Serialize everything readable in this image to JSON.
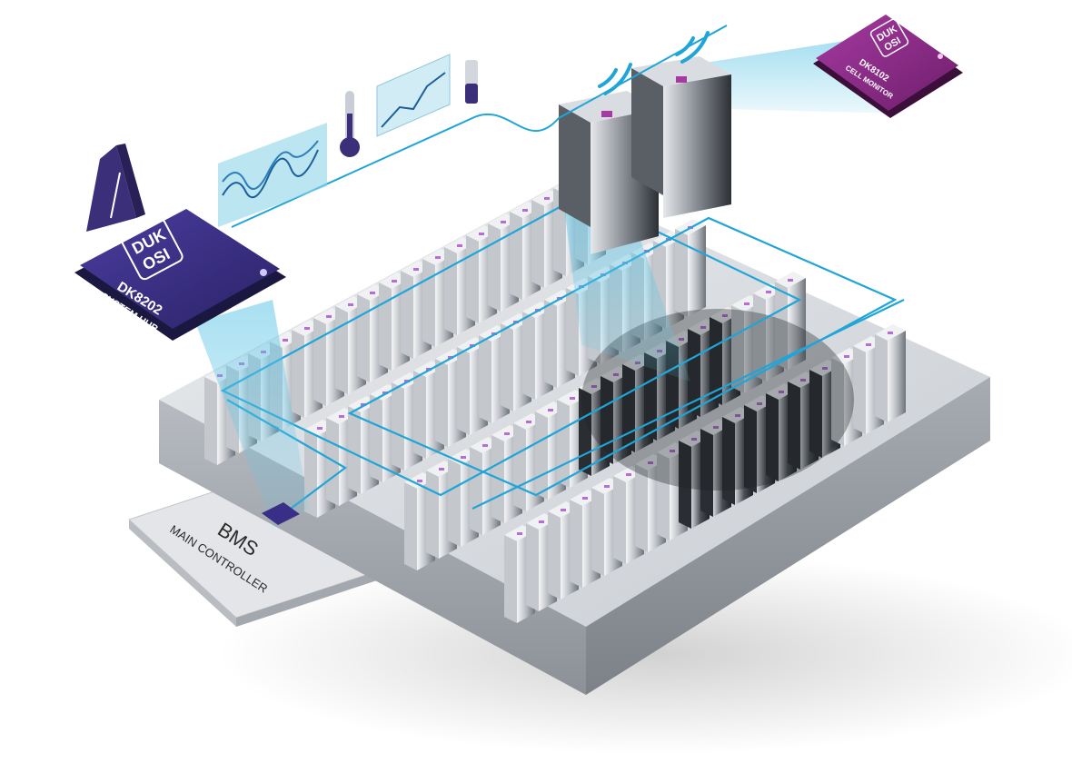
{
  "system_hub_chip": {
    "logo_top": "DUK",
    "logo_bottom": "OSI",
    "model": "DK8202",
    "name": "SYSTEM HUB"
  },
  "cell_monitor_chip": {
    "logo_top": "DUK",
    "logo_bottom": "OSI",
    "model": "DK8102",
    "name": "CELL MONITOR"
  },
  "bms_controller": {
    "title": "BMS",
    "subtitle": "MAIN CONTROLLER"
  },
  "icons": [
    "metronome-icon",
    "waveform-chart-icon",
    "thermometer-icon",
    "line-chart-icon",
    "battery-level-icon",
    "wireless-signal-icon"
  ],
  "colors": {
    "system_hub_chip": "#3a2f86",
    "cell_monitor_chip": "#8e2a8a",
    "link_line": "#1fa5d8",
    "beam": "#5fc6e6",
    "cell_metal": "#9aa0a8"
  }
}
